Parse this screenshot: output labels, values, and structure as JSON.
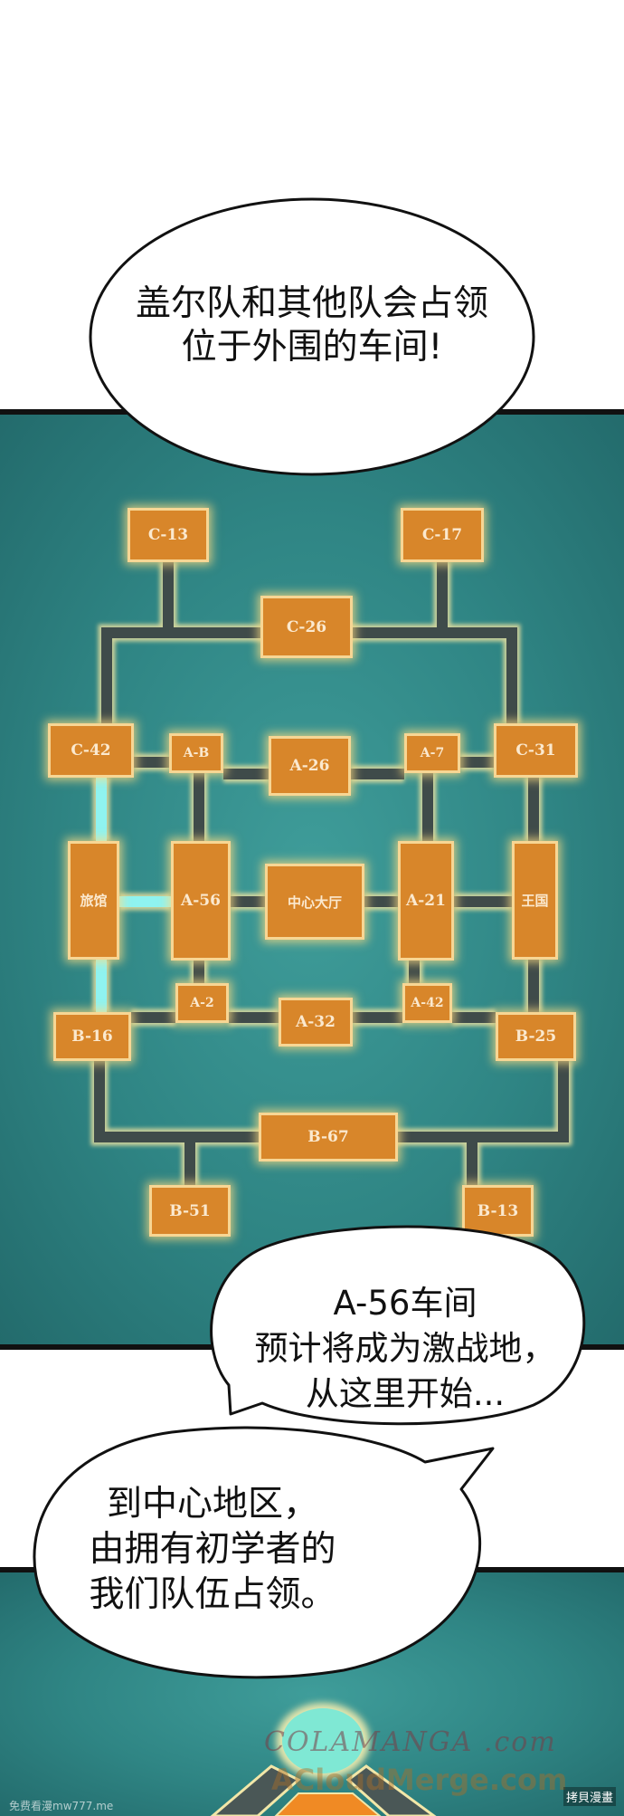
{
  "bubbles": {
    "top": {
      "lines": [
        "盖尔队和其他队会占领",
        "位于外围的车间!"
      ]
    },
    "middle": {
      "lines": [
        "A-56车间",
        "预计将成为激战地，",
        "从这里开始..."
      ]
    },
    "bottom": {
      "lines": [
        "到中心地区，",
        "由拥有初学者的",
        "我们队伍占领。"
      ]
    }
  },
  "map": {
    "nodes": {
      "c13": "C-13",
      "c17": "C-17",
      "c26": "C-26",
      "c42": "C-42",
      "ab": "A-B",
      "a26": "A-26",
      "a7": "A-7",
      "c31": "C-31",
      "inn": "旅馆",
      "a56": "A-56",
      "hall": "中心大厅",
      "a21": "A-21",
      "kingdom": "王国",
      "a2": "A-2",
      "a32": "A-32",
      "a42": "A-42",
      "b16": "B-16",
      "b25": "B-25",
      "b67": "B-67",
      "b51": "B-51",
      "b13": "B-13"
    },
    "colors": {
      "node": "#d8862a",
      "path": "#3f4b4a",
      "highlight": "#8ff3f0",
      "background": "#2f8584"
    }
  },
  "watermarks": {
    "colamanga": "COLAMANGA .com",
    "cloudmerge": "ACloudMerge.com",
    "mw777": "免费看漫mw777.me",
    "copy": "拷貝漫畫"
  }
}
